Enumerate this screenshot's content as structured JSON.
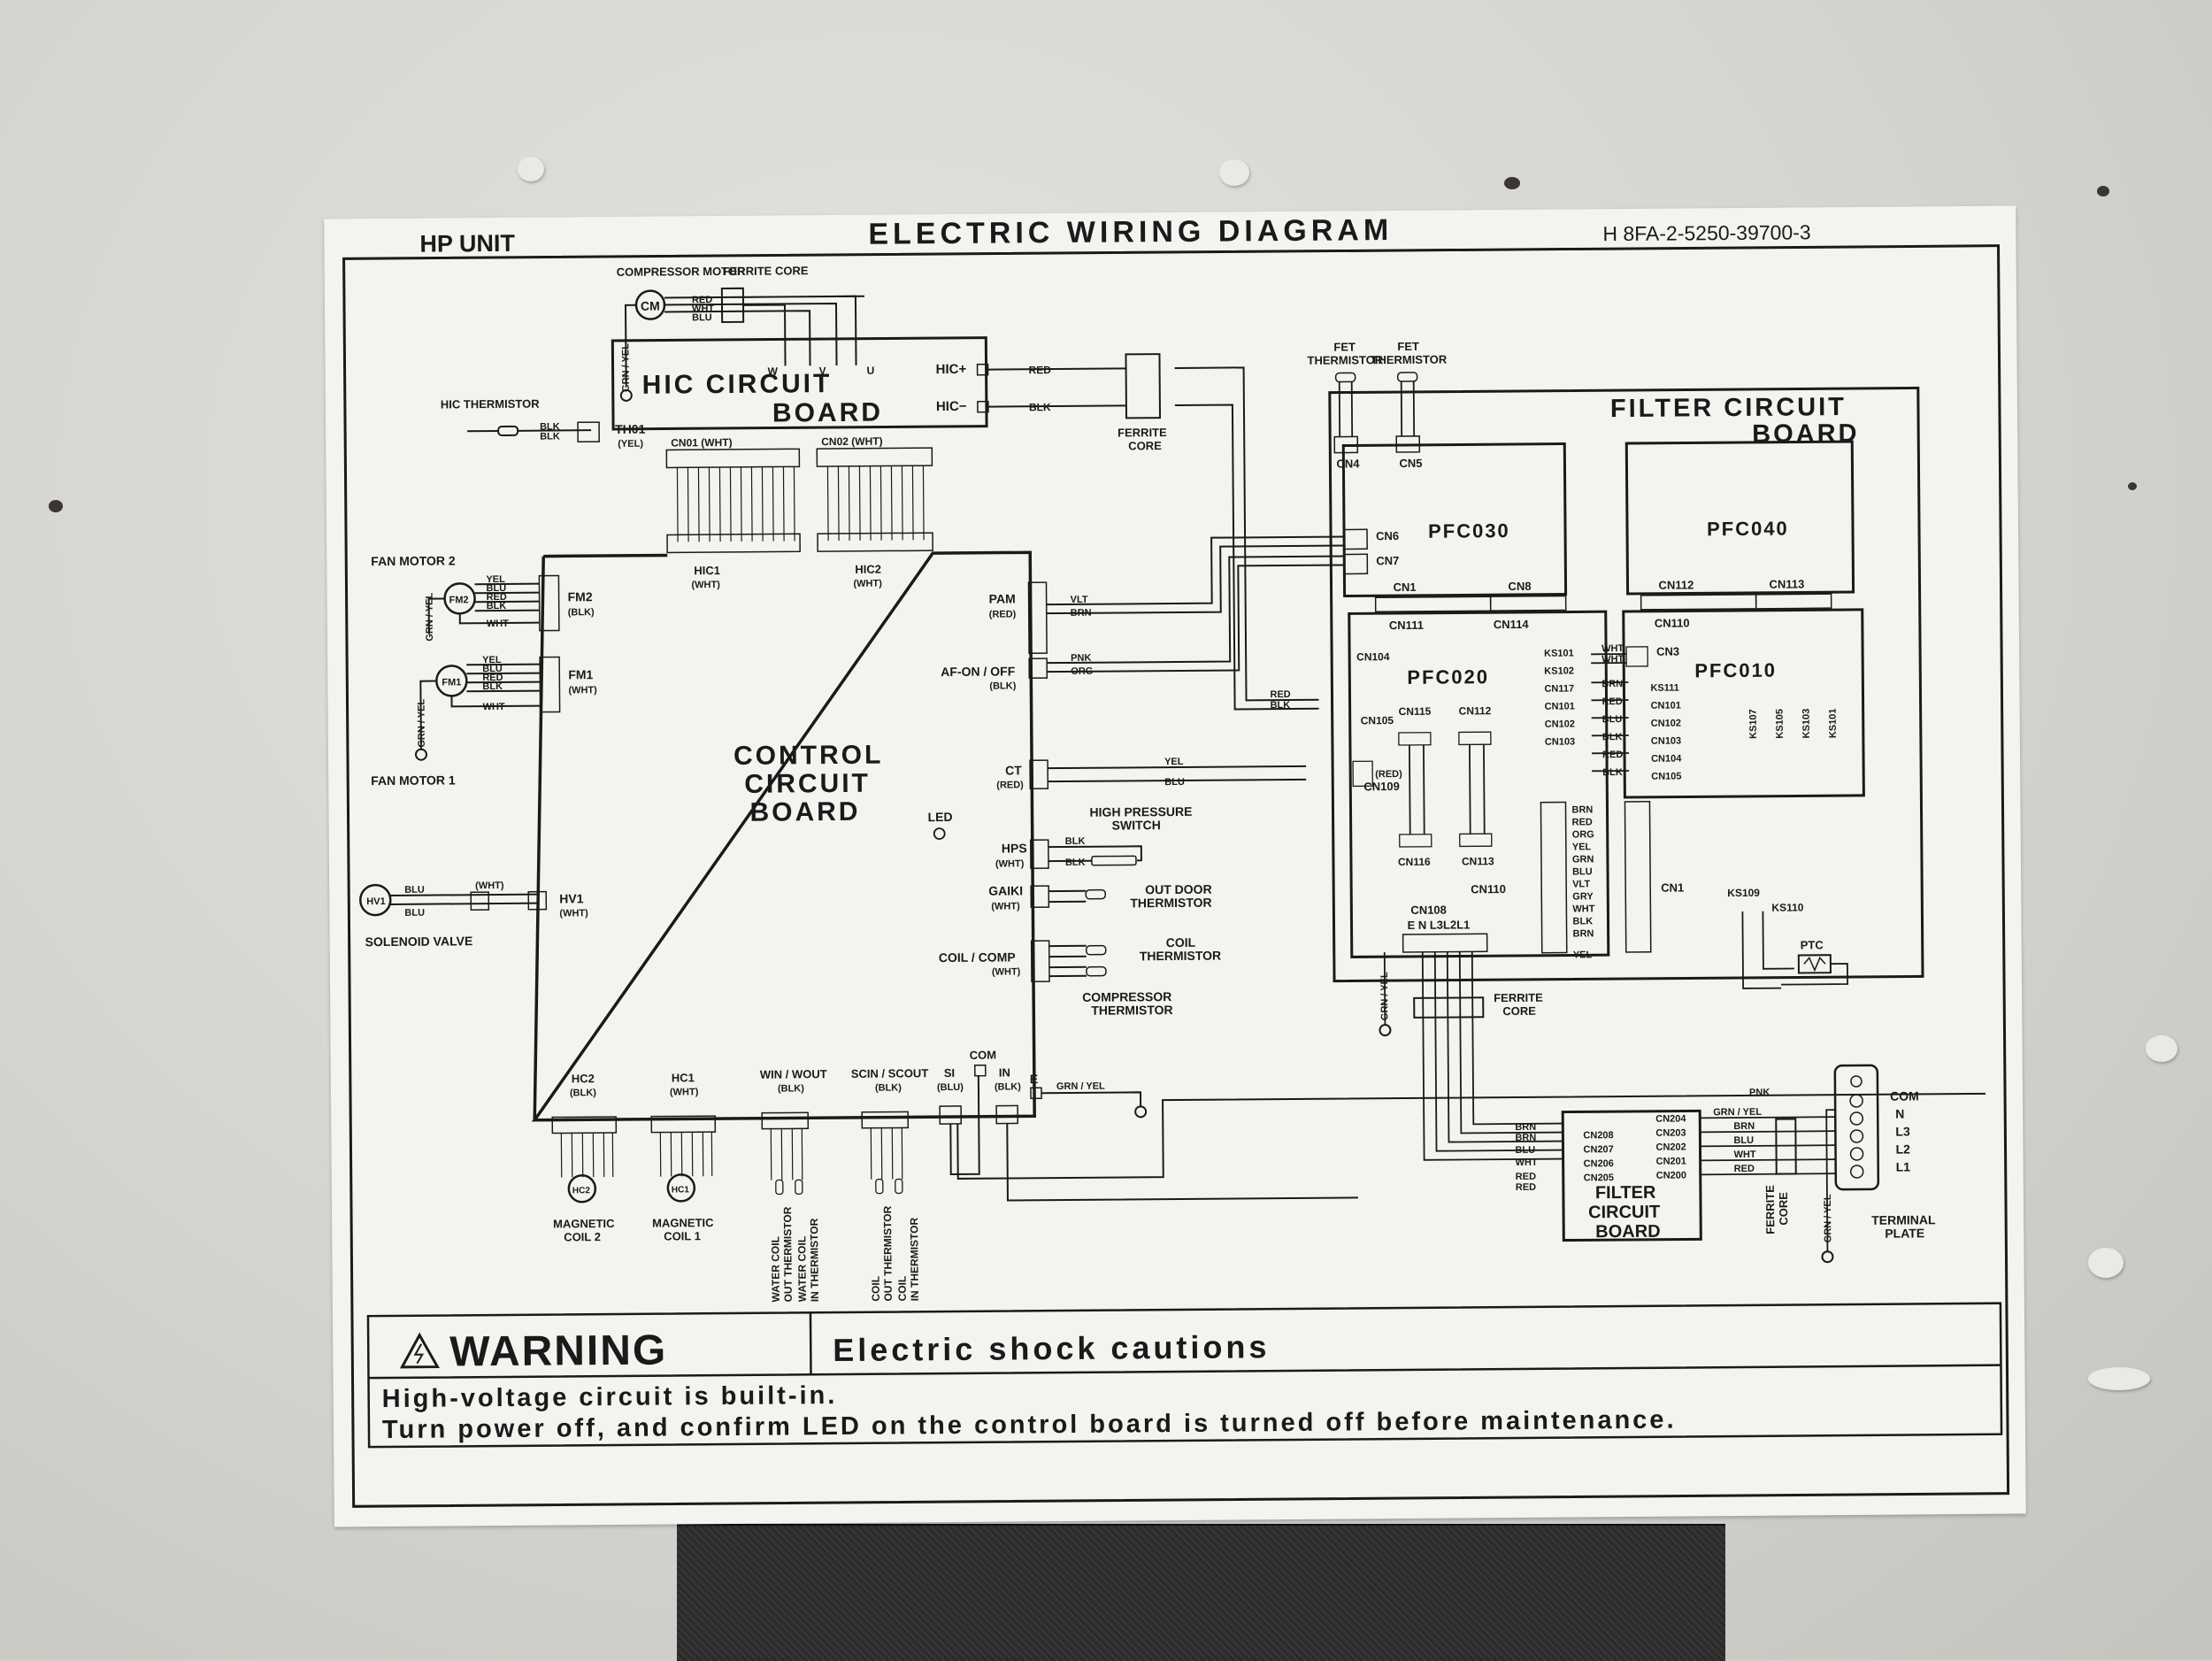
{
  "header": {
    "unit": "HP UNIT",
    "title": "ELECTRIC WIRING DIAGRAM",
    "code": "H 8FA-2-5250-39700-3"
  },
  "top": {
    "compressor_motor": "COMPRESSOR MOTOR",
    "cm": "CM",
    "ferrite_core": "FERRITE CORE",
    "w": "W",
    "v": "V",
    "u": "U",
    "hic_thermistor": "HIC THERMISTOR",
    "th01": "TH01",
    "th01_color": "(YEL)",
    "fet_thermistor": "FET THERMISTOR"
  },
  "hic_board": {
    "title_line1": "HIC CIRCUIT",
    "title_line2": "BOARD",
    "hic_plus": "HIC+",
    "hic_minus": "HIC−",
    "cn01": "CN01 (WHT)",
    "cn02": "CN02 (WHT)",
    "hic1": "HIC1",
    "hic1_color": "(WHT)",
    "hic2": "HIC2",
    "hic2_color": "(WHT)"
  },
  "control_board": {
    "line1": "CONTROL",
    "line2": "CIRCUIT",
    "line3": "BOARD",
    "led": "LED"
  },
  "left": {
    "fan_motor_2": "FAN MOTOR 2",
    "fm2": "FM2",
    "fm2_color": "(BLK)",
    "fan_motor_1": "FAN MOTOR 1",
    "fm1": "FM1",
    "fm1_color": "(WHT)",
    "hv1": "HV1",
    "hv1_color": "(WHT)",
    "solenoid_valve": "SOLENOID VALVE"
  },
  "right_connectors": {
    "pam": "PAM",
    "pam_color": "(RED)",
    "af_on_off": "AF-ON / OFF",
    "af_color": "(BLK)",
    "ct": "CT",
    "ct_color": "(RED)",
    "hps": "HPS",
    "hps_color": "(WHT)",
    "high_pressure_switch": "HIGH PRESSURE SWITCH",
    "gaiki": "GAIKI",
    "gaiki_color": "(WHT)",
    "out_door_thermistor": "OUT DOOR THERMISTOR",
    "coil_comp": "COIL / COMP",
    "coil_comp_color": "(WHT)",
    "coil_thermistor": "COIL THERMISTOR",
    "compressor_thermistor": "COMPRESSOR THERMISTOR",
    "e": "E"
  },
  "bottom": {
    "hc2": "HC2",
    "hc2_color": "(BLK)",
    "hc1": "HC1",
    "hc1_color": "(WHT)",
    "win_wout": "WIN / WOUT",
    "win_color": "(BLK)",
    "scin_scout": "SCIN / SCOUT",
    "scin_color": "(BLK)",
    "si": "SI",
    "si_color": "(BLU)",
    "com": "COM",
    "in": "IN",
    "in_color": "(BLK)",
    "magnetic_coil_2": "MAGNETIC COIL 2",
    "magnetic_coil_1": "MAGNETIC COIL 1",
    "water_coil_out": "WATER COIL OUT THERMISTOR",
    "water_coil_in": "WATER COIL IN THERMISTOR",
    "coil_out": "COIL OUT THERMISTOR",
    "coil_in": "COIL IN THERMISTOR"
  },
  "filter_board": {
    "title_line1": "FILTER CIRCUIT",
    "title_line2": "BOARD",
    "pfc030": "PFC030",
    "pfc040": "PFC040",
    "pfc020": "PFC020",
    "pfc010": "PFC010",
    "cn4": "CN4",
    "cn5": "CN5",
    "cn6": "CN6",
    "cn7": "CN7",
    "cn1": "CN1",
    "cn8": "CN8",
    "cn111": "CN111",
    "cn114": "CN114",
    "cn112": "CN112",
    "cn113": "CN113",
    "cn110": "CN110",
    "cn104": "CN104",
    "cn105": "CN105",
    "cn115": "CN115",
    "cn109": "CN109",
    "cn116": "CN116",
    "cn108": "CN108",
    "cn108_pins": "E N L3L2L1",
    "cn3": "CN3",
    "ptc": "PTC",
    "ks109": "KS109",
    "ks110": "KS110",
    "ferrite_core": "FERRITE CORE"
  },
  "small_filter": {
    "title_line1": "FILTER",
    "title_line2": "CIRCUIT",
    "title_line3": "BOARD",
    "ferrite_core": "FERRITE CORE",
    "terminal_plate": "TERMINAL PLATE",
    "terminals": [
      "COM",
      "N",
      "L3",
      "L2",
      "L1"
    ]
  },
  "warning": {
    "heading": "WARNING",
    "subtitle": "Electric shock cautions",
    "line1": "High-voltage circuit is built-in.",
    "line2": "Turn power off, and confirm LED on the control board is turned off before maintenance."
  }
}
